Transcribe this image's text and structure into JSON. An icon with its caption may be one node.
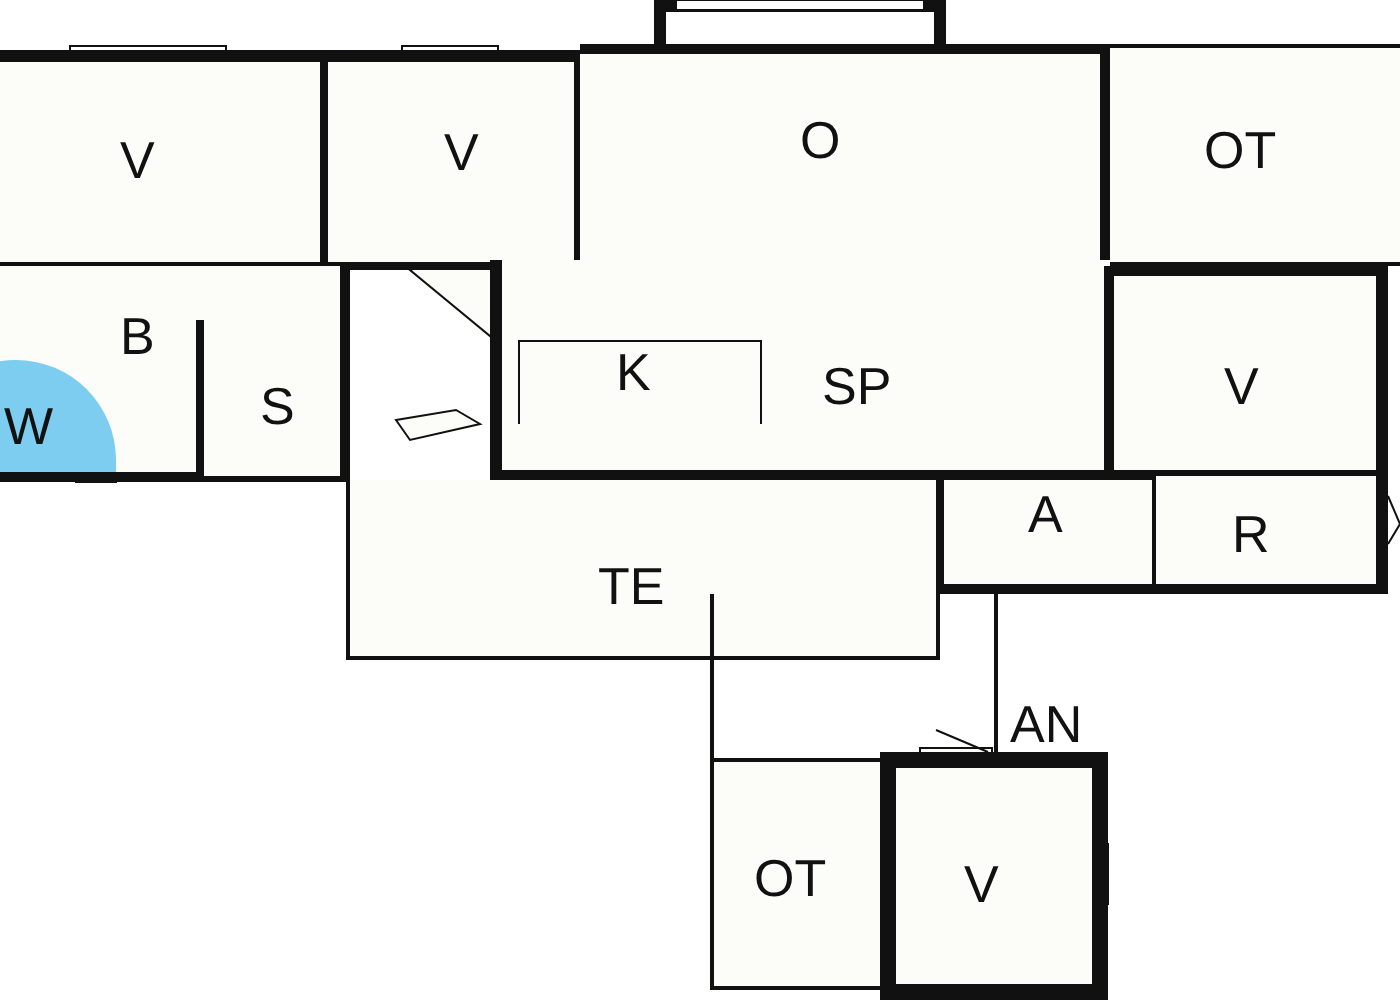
{
  "diagram": {
    "nodes": [
      {
        "text": [
          "V"
        ]
      },
      {
        "text": [
          "V"
        ]
      },
      {
        "text": [
          "O"
        ]
      },
      {
        "text": [
          "OT"
        ]
      },
      {
        "text": [
          "B"
        ]
      },
      {
        "text": [
          "W"
        ]
      },
      {
        "text": [
          "S"
        ],
        "in": 4
      },
      {
        "text": [
          "SP"
        ]
      },
      {
        "text": [
          "K"
        ],
        "in": 7
      },
      {
        "text": [
          "V"
        ]
      },
      {
        "text": [
          "A"
        ]
      },
      {
        "text": [
          "R"
        ]
      },
      {
        "text": [
          "TE"
        ]
      },
      {
        "text": [
          "AN"
        ]
      },
      {
        "text": [
          "OT"
        ]
      },
      {
        "text": [
          "V"
        ]
      }
    ]
  }
}
